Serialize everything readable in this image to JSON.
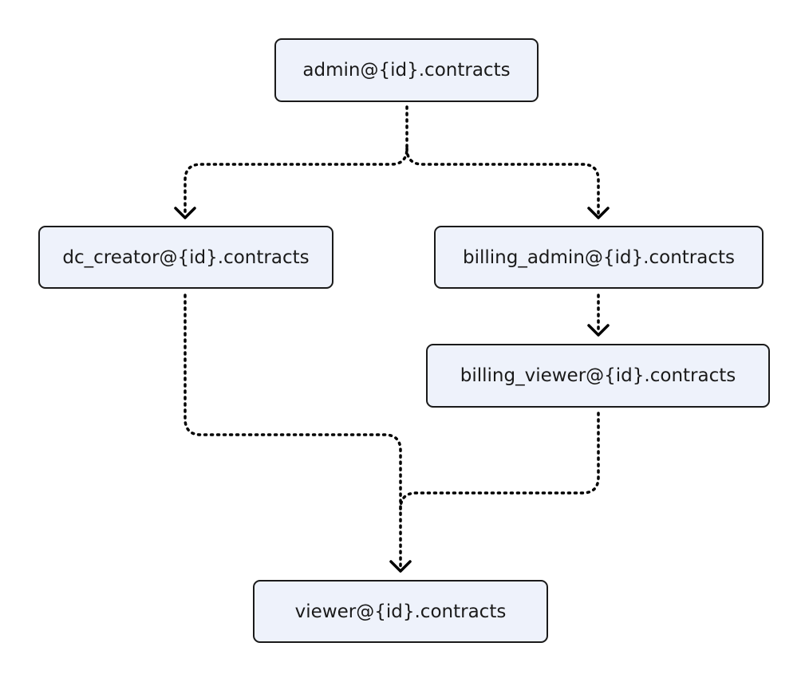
{
  "diagram": {
    "node_color": "#eef2fb",
    "border_color": "#1a1a1a",
    "edge_color": "#000000",
    "edge_style": "dotted",
    "nodes": {
      "admin": "admin@{id}.contracts",
      "dc_creator": "dc_creator@{id}.contracts",
      "billing_admin": "billing_admin@{id}.contracts",
      "billing_viewer": "billing_viewer@{id}.contracts",
      "viewer": "viewer@{id}.contracts"
    },
    "edges": [
      {
        "from": "admin",
        "to": "dc_creator"
      },
      {
        "from": "admin",
        "to": "billing_admin"
      },
      {
        "from": "billing_admin",
        "to": "billing_viewer"
      },
      {
        "from": "dc_creator",
        "to": "viewer"
      },
      {
        "from": "billing_viewer",
        "to": "viewer"
      }
    ]
  }
}
